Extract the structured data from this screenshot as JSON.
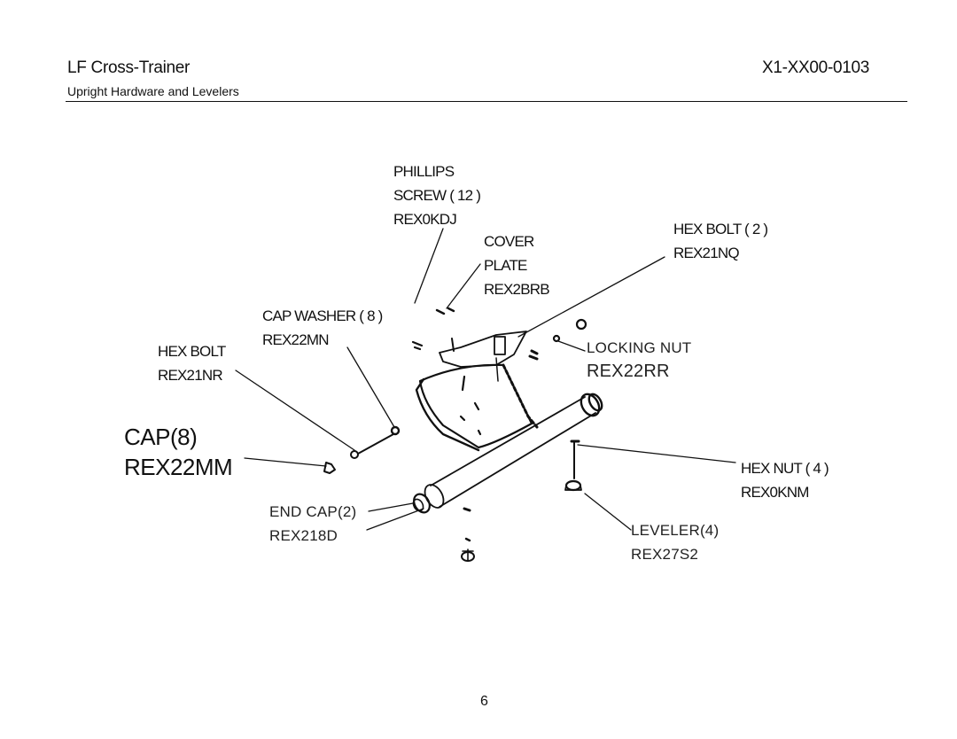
{
  "header": {
    "title": "LF Cross-Trainer",
    "doc_number": "X1-XX00-0103",
    "subtitle": "Upright Hardware and Levelers"
  },
  "callouts": {
    "phillips_screw": [
      "PHILLIPS",
      "SCREW ( 12 )",
      "REX0KDJ"
    ],
    "cover_plate": [
      "COVER",
      "PLATE",
      "REX2BRB"
    ],
    "hex_bolt_2": [
      "HEX BOLT ( 2 )",
      "REX21NQ"
    ],
    "cap_washer": [
      "CAP WASHER ( 8 )",
      "REX22MN"
    ],
    "hex_bolt": [
      "HEX BOLT",
      "REX21NR"
    ],
    "locking_nut": [
      "LOCKING NUT",
      "REX22RR"
    ],
    "cap": [
      "CAP(8)",
      "REX22MM"
    ],
    "hex_nut": [
      "HEX NUT ( 4 )",
      "REX0KNM"
    ],
    "end_cap": [
      "END CAP(2)",
      "REX218D"
    ],
    "leveler": [
      "LEVELER(4)",
      "REX27S2"
    ]
  },
  "footer": {
    "page_number": "6"
  }
}
